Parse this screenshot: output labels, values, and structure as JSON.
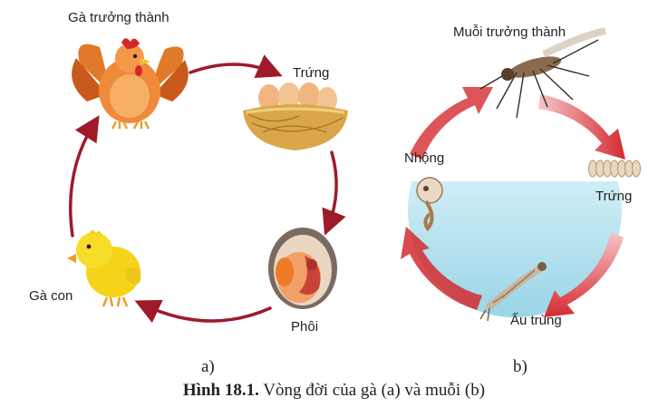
{
  "diagram_a": {
    "labels": {
      "adult": "Gà trưởng thành",
      "egg": "Trứng",
      "embryo": "Phôi",
      "chick": "Gà con"
    },
    "sublabel": "a)"
  },
  "diagram_b": {
    "labels": {
      "adult": "Muỗi trưởng thành",
      "egg": "Trứng",
      "larva": "Ấu trùng",
      "pupa": "Nhộng"
    },
    "sublabel": "b)"
  },
  "caption": {
    "number": "Hình 18.1.",
    "text": " Vòng đời của gà (a) và muỗi (b)"
  },
  "colors": {
    "arrow_a": "#9e1b2a",
    "arrow_b": "#d42a2f",
    "water": "#a9dbe9"
  }
}
